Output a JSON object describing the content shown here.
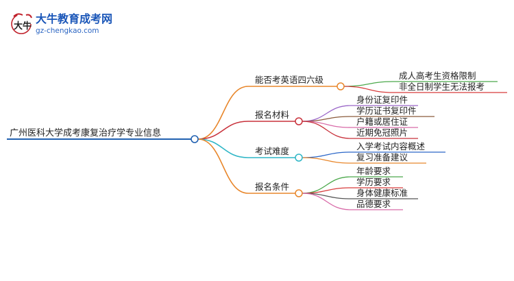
{
  "logo": {
    "title": "大牛教育成考网",
    "url": "gz-chengkao.com",
    "mark_text": "大牛",
    "colors": {
      "title": "#1a56b8",
      "mark": "#c0202a"
    }
  },
  "mindmap": {
    "root": {
      "label": "广州医科大学成考康复治疗学专业信息",
      "color": "#2060b0"
    },
    "branches": [
      {
        "label": "能否考英语四六级",
        "color": "#e8862a",
        "children": [
          {
            "label": "成人高考生资格限制",
            "color": "#4aa84a"
          },
          {
            "label": "非全日制学生无法报考",
            "color": "#d73b3b"
          }
        ]
      },
      {
        "label": "报名材料",
        "color": "#c8303a",
        "children": [
          {
            "label": "身份证复印件",
            "color": "#9a66c8"
          },
          {
            "label": "学历证书复印件",
            "color": "#8a5a3a"
          },
          {
            "label": "户籍或居住证",
            "color": "#d86aa8"
          },
          {
            "label": "近期免冠照片",
            "color": "#c8303a"
          }
        ]
      },
      {
        "label": "考试难度",
        "color": "#2eb6c6",
        "children": [
          {
            "label": "入学考试内容概述",
            "color": "#2a66c8"
          },
          {
            "label": "复习准备建议",
            "color": "#e8862a"
          }
        ]
      },
      {
        "label": "报名条件",
        "color": "#e8862a",
        "children": [
          {
            "label": "年龄要求",
            "color": "#4aa84a"
          },
          {
            "label": "学历要求",
            "color": "#d73b3b"
          },
          {
            "label": "身体健康标准",
            "color": "#555555"
          },
          {
            "label": "品德要求",
            "color": "#d86aa8"
          }
        ]
      }
    ]
  }
}
